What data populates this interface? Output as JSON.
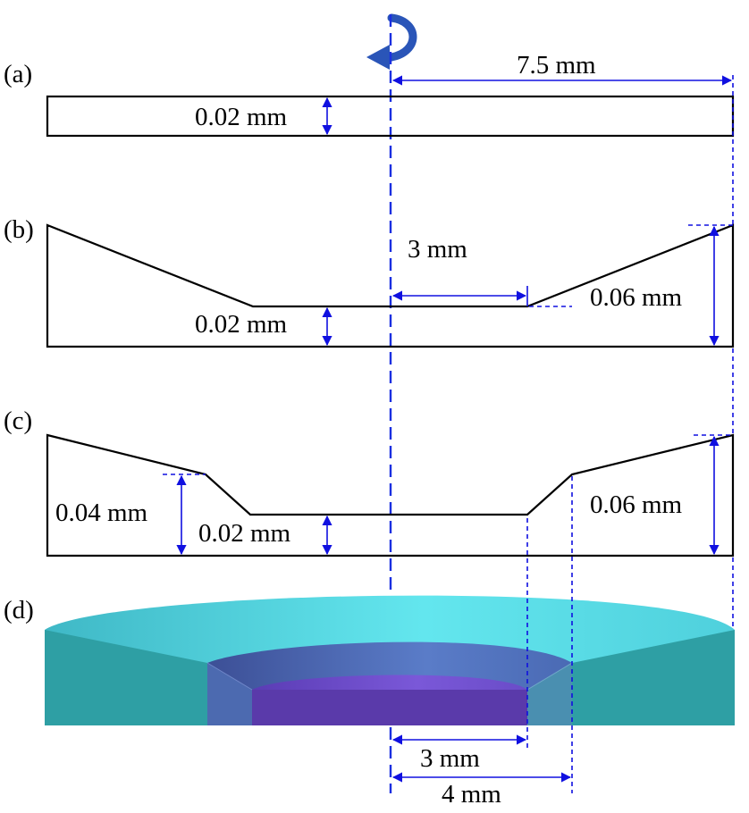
{
  "panels": {
    "a": {
      "tag": "(a)",
      "thickness": "0.02 mm",
      "radius": "7.5 mm"
    },
    "b": {
      "tag": "(b)",
      "flat_radius": "3 mm",
      "thickness_center": "0.02 mm",
      "thickness_edge": "0.06 mm"
    },
    "c": {
      "tag": "(c)",
      "thickness_step": "0.04 mm",
      "thickness_center": "0.02 mm",
      "thickness_edge": "0.06 mm"
    },
    "d": {
      "tag": "(d)",
      "inner_radius": "3 mm",
      "outer_radius": "4 mm"
    }
  },
  "icons": {
    "rotation": "rotation-arrow-icon"
  },
  "colors": {
    "dimension": "#1010e0",
    "axis": "#1a2fe0",
    "disk_top": "#4fd6e2",
    "disk_side": "#2e9fa4",
    "step_wall": "#4a62a8",
    "center_top": "#6a48c8",
    "center_side": "#5a3aaa"
  }
}
